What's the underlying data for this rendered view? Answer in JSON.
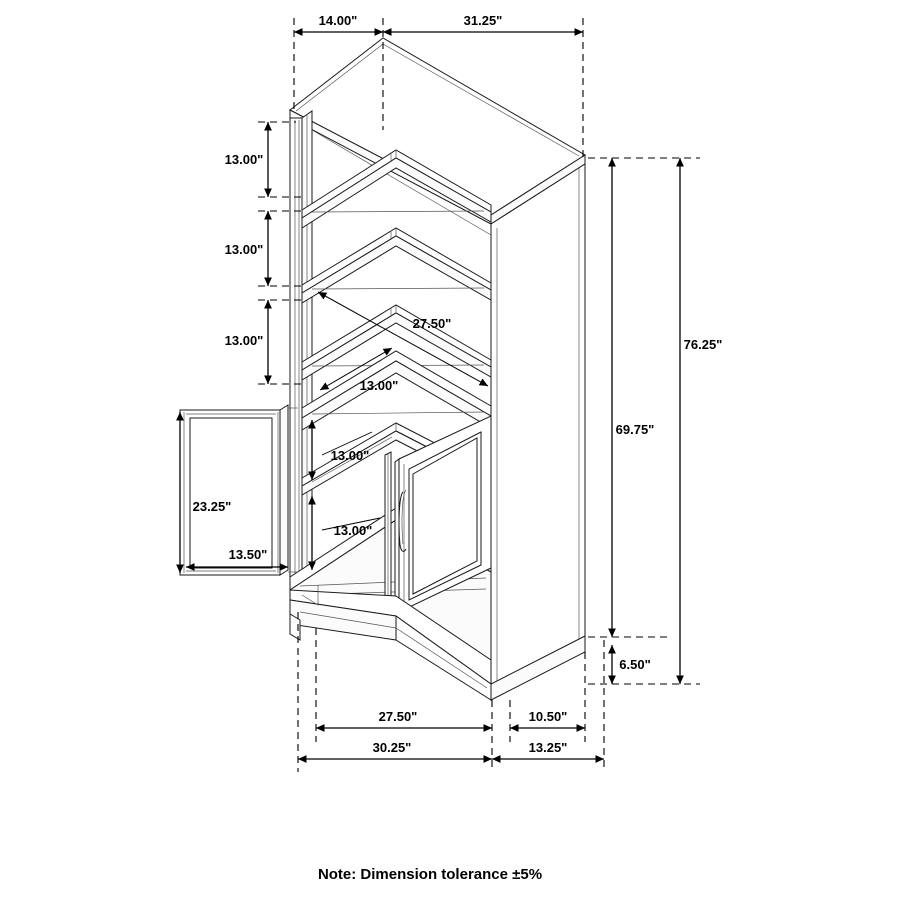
{
  "drawing": {
    "title": "Bookcase dimension drawing",
    "note": "Note: Dimension tolerance ±5%",
    "unit": "inch",
    "colors": {
      "line": "#1a1a1a",
      "dimension": "#000000",
      "background": "#ffffff"
    },
    "dimensions": {
      "top_depth": "14.00\"",
      "top_width": "31.25\"",
      "shelf_gap_1": "13.00\"",
      "shelf_gap_2": "13.00\"",
      "shelf_gap_3": "13.00\"",
      "interior_width": "27.50\"",
      "interior_depth": "13.00\"",
      "cabinet_gap_1": "13.00\"",
      "cabinet_gap_2": "13.00\"",
      "door_height": "23.25\"",
      "door_width": "13.50\"",
      "body_height": "69.75\"",
      "overall_height": "76.25\"",
      "base_height": "6.50\"",
      "base_front_width": "27.50\"",
      "base_side_depth": "10.50\"",
      "overall_width": "30.25\"",
      "overall_depth": "13.25\""
    },
    "labels": {
      "top_depth": "14.00\"",
      "top_width": "31.25\"",
      "left_gap_1": "13.00\"",
      "left_gap_2": "13.00\"",
      "left_gap_3": "13.00\"",
      "interior_width": "27.50\"",
      "interior_depth": "13.00\"",
      "cabinet_gap_1": "13.00\"",
      "cabinet_gap_2": "13.00\"",
      "door_height": "23.25\"",
      "door_width": "13.50\"",
      "body_height": "69.75\"",
      "overall_height": "76.25\"",
      "base_height": "6.50\"",
      "bottom_front": "27.50\"",
      "bottom_side": "10.50\"",
      "bottom_overall_width": "30.25\"",
      "bottom_overall_depth": "13.25\""
    },
    "parts": {
      "top_panel": "top-panel",
      "side_panel": "side-panel",
      "shelf": "shelf",
      "open_door": "open-door-panel",
      "closed_door": "closed-door-panel",
      "door_handle": "door-handle",
      "base_plinth": "base-plinth"
    }
  }
}
